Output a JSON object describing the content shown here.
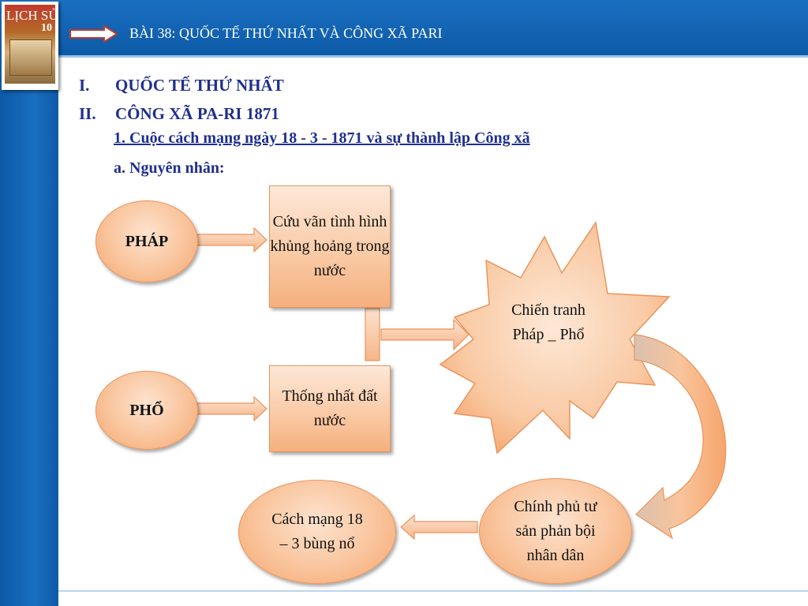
{
  "header": {
    "title": "BÀI 38: QUỐC TẾ THỨ NHẤT VÀ CÔNG XÃ PARI",
    "logo_title": "LỊCH SỬ",
    "logo_number": "10"
  },
  "outline": {
    "item1_num": "I.",
    "item1_text": "QUỐC TẾ THỨ NHẤT",
    "item2_num": "II.",
    "item2_text": "CÔNG XÃ PA-RI 1871",
    "sub1": "1. Cuộc cách mạng ngày 18 - 3 - 1871 và sự thành lập Công xã",
    "sub2": "a. Nguyên nhân:"
  },
  "diagram": {
    "phap": "PHÁP",
    "pho": "PHỔ",
    "cuu_van": "Cứu vãn tình hình khủng hoảng trong nước",
    "thong_nhat": "Thống nhất đất nước",
    "chien_tranh": "Chiến tranh Pháp _ Phổ",
    "chinh_phu": "Chính phủ tư sản phản bội nhân dân",
    "cach_mang": "Cách mạng 18 – 3 bùng nổ"
  },
  "colors": {
    "header_blue": "#0d5aa7",
    "heading_text": "#1f2f8e",
    "shape_fill": "#f9c49c",
    "shape_border": "#e9945b"
  }
}
